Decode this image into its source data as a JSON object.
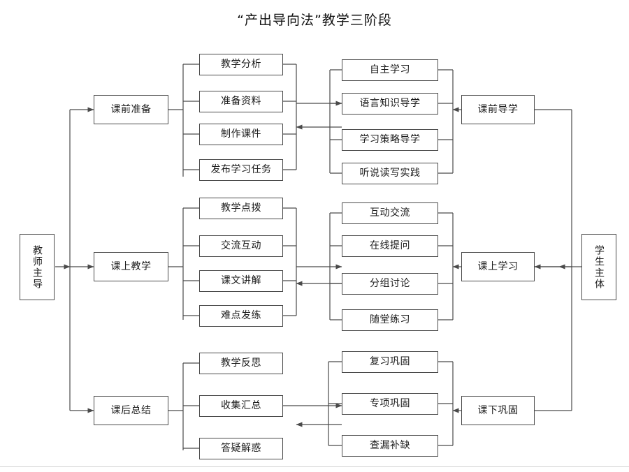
{
  "title": "“产出导向法”教学三阶段",
  "nodes": {
    "teacher_lead": "教师主导",
    "student_body": "学生主体",
    "stage1": "课前准备",
    "stage2": "课上教学",
    "stage3": "课后总结",
    "guide1": "课前导学",
    "guide2": "课上学习",
    "guide3": "课下巩固",
    "t1a": "教学分析",
    "t1b": "准备资料",
    "t1c": "制作课件",
    "t1d": "发布学习任务",
    "s1a": "自主学习",
    "s1b": "语言知识导学",
    "s1c": "学习策略导学",
    "s1d": "听说读写实践",
    "t2a": "教学点拨",
    "t2b": "交流互动",
    "t2c": "课文讲解",
    "t2d": "难点发练",
    "s2a": "互动交流",
    "s2b": "在线提问",
    "s2c": "分组讨论",
    "s2d": "随堂练习",
    "t3a": "教学反思",
    "t3b": "收集汇总",
    "t3c": "答疑解惑",
    "s3a": "复习巩固",
    "s3b": "专项巩固",
    "s3c": "查漏补缺"
  },
  "colors": {
    "stroke": "#4a4a4a",
    "text": "#1a1a1a",
    "background": "#ffffff"
  }
}
